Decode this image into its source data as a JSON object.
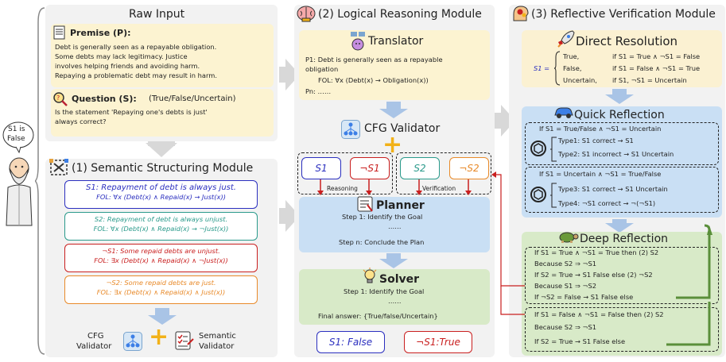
{
  "raw_input": {
    "title": "Raw Input",
    "premise_label": "Premise (P):",
    "premise_lines": [
      "Debt is generally seen as a repayable obligation.",
      "Some debts may lack legitimacy.  Justice",
      "involves helping friends and avoiding harm.",
      "Repaying a problematic debt may result in harm."
    ],
    "question_label": "Question (S):",
    "question_options": "(True/False/Uncertain)",
    "question_lines": [
      "Is the statement 'Repaying one's debts is just'",
      "always correct?"
    ]
  },
  "person": {
    "speech": [
      "S1 is",
      "False"
    ]
  },
  "semantic": {
    "title": "(1) Semantic Structuring Module",
    "s1": {
      "head": "S1: Repayment of debt is always just.",
      "fol": "FOL: ∀x (Debt(x) ∧ Repaid(x) → Just(x))"
    },
    "s2": {
      "head": "S2: Repayment of debt is always unjust.",
      "fol": "FOL: ∀x (Debt(x) ∧ Repaid(x) → ¬Just(x))"
    },
    "ns1": {
      "head": "¬S1: Some repaid debts are unjust.",
      "fol": "FOL: ∃x (Debt(x) ∧ Repaid(x) ∧ ¬Just(x))"
    },
    "ns2": {
      "head": "¬S2: Some repaid debts are just.",
      "fol": "FOL: ∃x (Debt(x) ∧ Repaid(x) ∧ Just(x))"
    },
    "cfg_label": [
      "CFG",
      "Validator"
    ],
    "sem_label": [
      "Semantic",
      "Validator"
    ],
    "plus": "+"
  },
  "logical": {
    "title": "(2) Logical Reasoning Module",
    "translator_title": "Translator",
    "translator_lines": [
      "P1: Debt is generally seen as a repayable",
      "obligation",
      "FOL: ∀x (Debt(x) → Obligation(x))",
      "Pn: ……"
    ],
    "cfg_validator": "CFG Validator",
    "plus": "+",
    "chips": [
      "S1",
      "¬S1",
      "S2",
      "¬S2"
    ],
    "reasoning": "Reasoning",
    "verification": "Verification",
    "planner_title": "Planner",
    "planner_lines": [
      "Step 1: Identify the Goal",
      "……",
      "Step n: Conclude the Plan"
    ],
    "solver_title": "Solver",
    "solver_lines": [
      "Step 1: Identify the Goal",
      "……",
      "Final answer: {True/false/Uncertain}"
    ],
    "result_s1": "S1: False",
    "result_ns1": "¬S1:True"
  },
  "reflective": {
    "title": "(3) Reflective Verification Module",
    "direct_title": "Direct Resolution",
    "direct_lhs": "S1 =",
    "direct_rows": [
      {
        "val": "True,",
        "cond": "if S1 = True ∧ ¬S1 = False"
      },
      {
        "val": "False,",
        "cond": "if S1 = False ∧ ¬S1 = True"
      },
      {
        "val": "Uncertain,",
        "cond": "if S1, ¬S1 = Uncertain"
      }
    ],
    "quick_title": "Quick Reflection",
    "quick_a": [
      "If S1 = True/False ∧ ¬S1 = Uncertain",
      "Type1: S1 correct → S1",
      "Type2: S1 incorrect → S1 Uncertain"
    ],
    "quick_b": [
      "If S1 = Uncertain ∧ ¬S1 = True/False",
      "Type3: S1 correct → S1 Uncertain",
      "Type4: ¬S1 correct → ¬(¬S1)"
    ],
    "deep_title": "Deep Reflection",
    "deep_a": [
      "If S1 = True ∧ ¬S1 = True then (2) S2",
      "Because S2 ⇒ ¬S1",
      "If S2 = True → S1 False else (2) ¬S2",
      "Because S1 ⇒ ¬S2",
      "If ¬S2 = False → S1 False else"
    ],
    "deep_b": [
      "If S1 = False ∧ ¬S1 = False then (2) S2",
      "Because S2 ⇒ ¬S1",
      "If S2 = True → S1 False else"
    ]
  },
  "colors": {
    "navy": "#2b2fbf",
    "teal": "#2a9a8b",
    "red": "#c91f1f",
    "orange": "#e88a2a",
    "green_arrow": "#5a8f3a"
  }
}
